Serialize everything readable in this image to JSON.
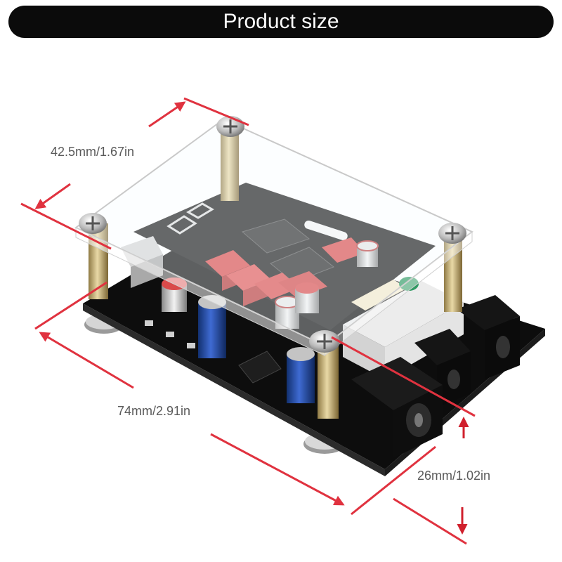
{
  "title": "Product size",
  "dimensions": {
    "depth": "42.5mm/1.67in",
    "length": "74mm/2.91in",
    "height": "26mm/1.02in"
  },
  "colors": {
    "title_bar": "#0b0b0b",
    "dimension_arrow": "#e0323f",
    "pcb": "#151515",
    "capacitor": "#1f3f9e",
    "relay_red": "#d94a4a",
    "standoff_brass": "#c9b27a"
  }
}
